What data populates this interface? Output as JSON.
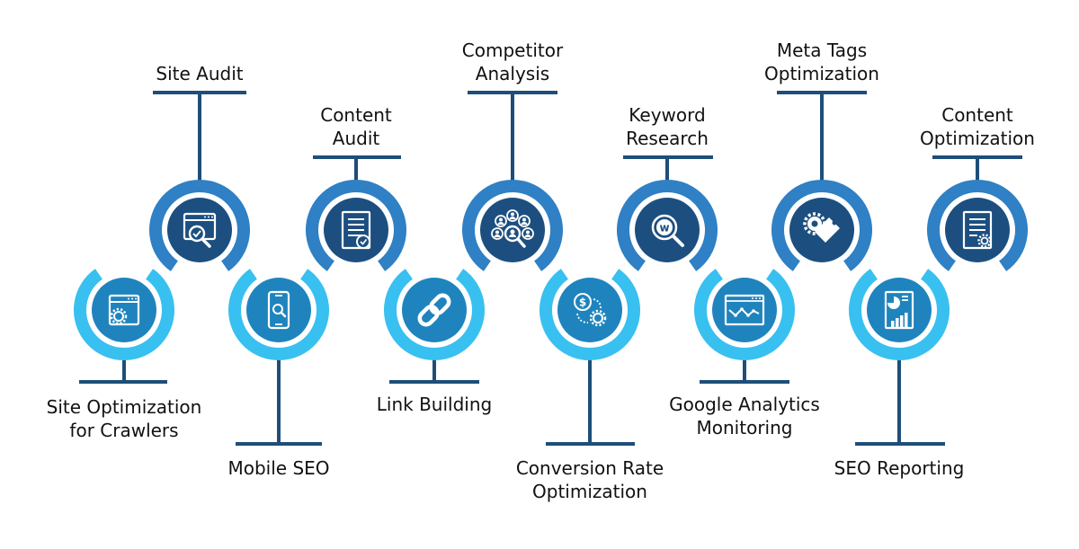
{
  "colors": {
    "top_ring": "#2f80c4",
    "top_disc": "#1c4f80",
    "bottom_ring": "#38c0f0",
    "bottom_disc": "#1f84bd",
    "connector": "#1e4e79",
    "icon_stroke": "#ffffff",
    "text": "#111111"
  },
  "items": [
    {
      "id": "site-optimization-for-crawlers",
      "row": "bottom",
      "icon": "browser-gear-icon",
      "label": [
        "Site Optimization",
        "for Crawlers"
      ]
    },
    {
      "id": "site-audit",
      "row": "top",
      "icon": "browser-magnifier-icon",
      "label": [
        "Site Audit"
      ]
    },
    {
      "id": "mobile-seo",
      "row": "bottom",
      "icon": "mobile-phone-icon",
      "label": [
        "Mobile SEO"
      ]
    },
    {
      "id": "content-audit",
      "row": "top",
      "icon": "document-check-icon",
      "label": [
        "Content",
        "Audit"
      ]
    },
    {
      "id": "link-building",
      "row": "bottom",
      "icon": "chain-link-icon",
      "label": [
        "Link Building"
      ]
    },
    {
      "id": "competitor-analysis",
      "row": "top",
      "icon": "users-magnifier-icon",
      "label": [
        "Competitor",
        "Analysis"
      ]
    },
    {
      "id": "conversion-rate-optimization",
      "row": "bottom",
      "icon": "dollar-gear-icon",
      "label": [
        "Conversion Rate",
        "Optimization"
      ]
    },
    {
      "id": "keyword-research",
      "row": "top",
      "icon": "keyword-magnifier-icon",
      "label": [
        "Keyword",
        "Research"
      ]
    },
    {
      "id": "google-analytics-monitoring",
      "row": "bottom",
      "icon": "analytics-chart-icon",
      "label": [
        "Google Analytics",
        "Monitoring"
      ]
    },
    {
      "id": "meta-tags-optimization",
      "row": "top",
      "icon": "tag-gear-icon",
      "label": [
        "Meta Tags",
        "Optimization"
      ]
    },
    {
      "id": "seo-reporting",
      "row": "bottom",
      "icon": "report-chart-icon",
      "label": [
        "SEO Reporting"
      ]
    },
    {
      "id": "content-optimization",
      "row": "top",
      "icon": "document-gear-icon",
      "label": [
        "Content",
        "Optimization"
      ]
    }
  ]
}
